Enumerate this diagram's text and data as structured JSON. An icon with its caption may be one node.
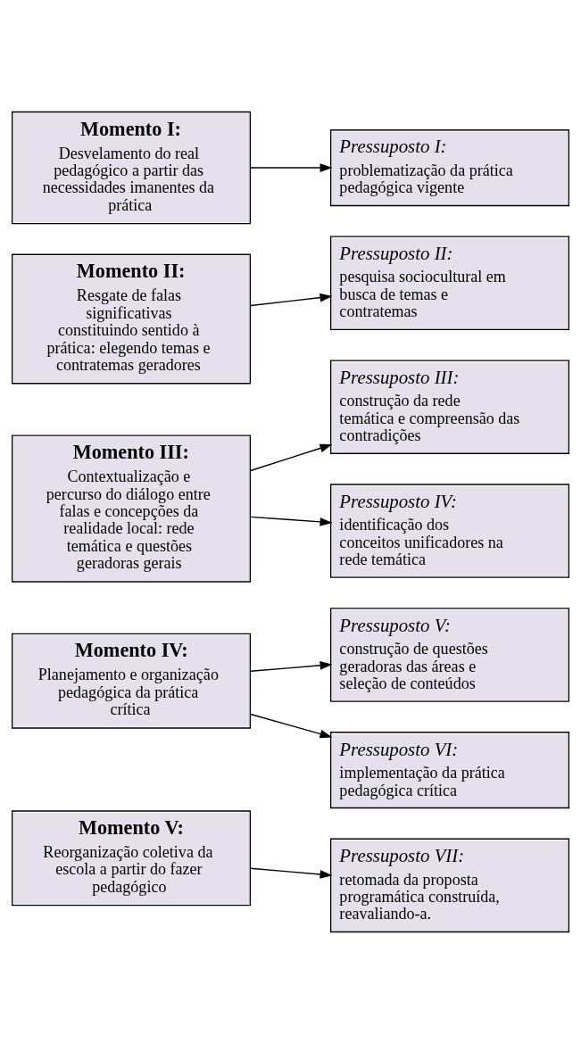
{
  "diagram": {
    "nodes": [
      {
        "text": [
          "Momento I:",
          "Desvelamento do real pedagógico a partir das necessidades imanentes da prática"
        ]
      },
      {
        "text": [
          "Pressuposto I:",
          "problematização da prática pedagógica vigente"
        ]
      },
      {
        "text": [
          "Momento II:",
          "Resgate de falas significativas constituindo sentido à prática: elegendo temas e contratemas geradores"
        ]
      },
      {
        "text": [
          "Pressuposto II:",
          "pesquisa sociocultural em busca de temas e contratemas"
        ]
      },
      {
        "text": [
          "Momento III:",
          "Contextualização e percurso do diálogo entre falas e concepções da realidade local: rede temática e questões geradoras gerais"
        ]
      },
      {
        "text": [
          "Pressuposto III:",
          "construção da rede temática e compreensão das contradições"
        ]
      },
      {
        "text": [
          "Pressuposto IV:",
          "identificação dos conceitos unificadores na rede temática"
        ]
      },
      {
        "text": [
          "Momento IV:",
          "Planejamento e organização pedagógica da prática crítica"
        ]
      },
      {
        "text": [
          "Pressuposto V:",
          "construção de questões geradoras das áreas e seleção de conteúdos"
        ]
      },
      {
        "text": [
          "Pressuposto VI:",
          "implementação da prática pedagógica crítica"
        ]
      },
      {
        "text": [
          "Momento V:",
          "Reorganização coletiva da escola a partir do fazer pedagógico"
        ]
      },
      {
        "text": [
          "Pressuposto VII:",
          "retomada da proposta programática construída, reavaliando-a."
        ]
      }
    ],
    "edges": [
      {
        "from": 0,
        "to": 1,
        "arrow": "to"
      },
      {
        "from": 2,
        "to": 3,
        "arrow": "to"
      },
      {
        "from": 4,
        "to": 5,
        "arrow": "to"
      },
      {
        "from": 4,
        "to": 6,
        "arrow": "to"
      },
      {
        "from": 7,
        "to": 8,
        "arrow": "to"
      },
      {
        "from": 7,
        "to": 9,
        "arrow": "to"
      },
      {
        "from": 10,
        "to": 11,
        "arrow": "to"
      }
    ]
  }
}
